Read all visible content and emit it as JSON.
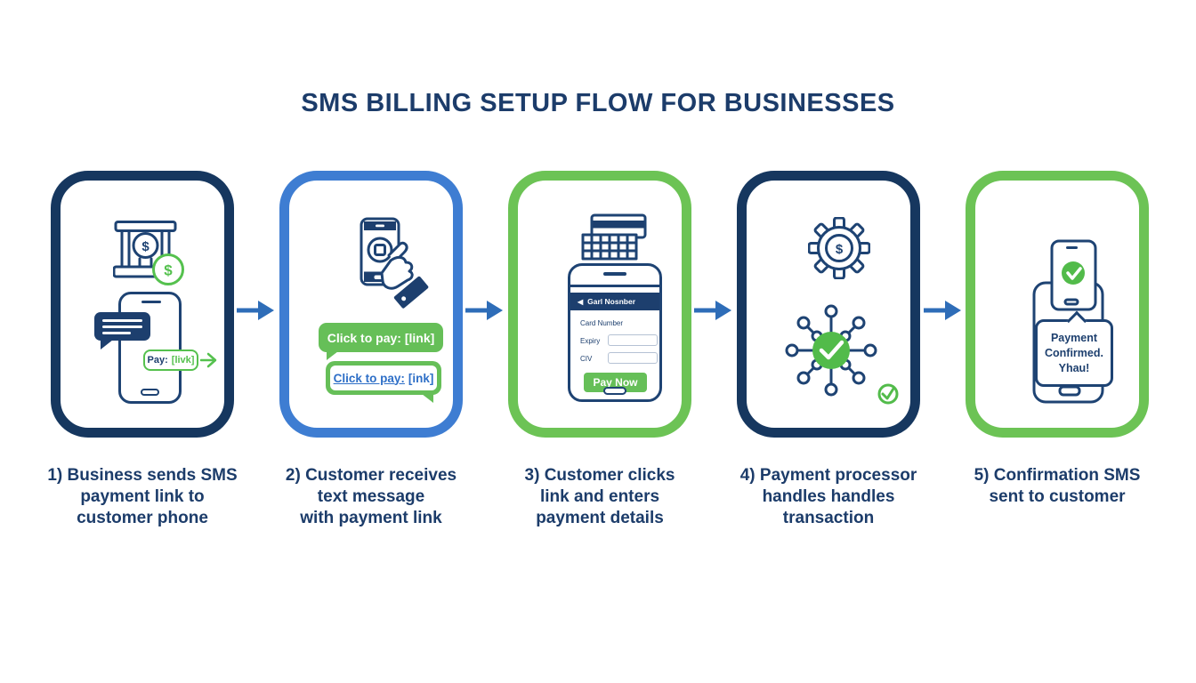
{
  "title": "SMS BILLING SETUP FLOW FOR BUSINESSES",
  "colors": {
    "navy_border": "#16375f",
    "blue_border": "#3e7dd2",
    "green_border": "#6cc355",
    "arrow_blue": "#2e6db8",
    "text_navy": "#1c3c6a",
    "bubble_green": "#66bf58",
    "check_green": "#52bb4a",
    "link_blue": "#2e6fc7"
  },
  "glyphs": {
    "dollar": "$",
    "back_arrow": "◀"
  },
  "steps": [
    {
      "icon": "bank-sms-phone",
      "sms_pill": {
        "prefix": "Pay:",
        "link": "[livk]"
      },
      "caption_lines": [
        "1) Business sends SMS",
        "payment link to",
        "customer phone"
      ]
    },
    {
      "icon": "hand-holding-phone",
      "bubble1": "Click to pay: [link]",
      "bubble2_link": "Click to pay:",
      "bubble2_suffix": "[ink]",
      "caption_lines": [
        "2) Customer receives",
        "text message",
        "with payment link"
      ]
    },
    {
      "icon": "payment-form-phone",
      "phone_header": "Garl Nosnber",
      "labels": {
        "card_number": "Card Number",
        "expiry": "Expiry",
        "cvv": "CIV"
      },
      "pay_button": "Pay Now",
      "caption_lines": [
        "3) Customer clicks",
        "link and enters",
        "payment details"
      ]
    },
    {
      "icon": "gear-network-processor",
      "caption_lines": [
        "4) Payment processor",
        "handles handles",
        "transaction"
      ]
    },
    {
      "icon": "confirmation-phone",
      "bubble_lines": [
        "Payment",
        "Confirmed.",
        "Yhau!"
      ],
      "caption_lines": [
        "5) Confirmation SMS",
        "sent to customer"
      ]
    }
  ]
}
